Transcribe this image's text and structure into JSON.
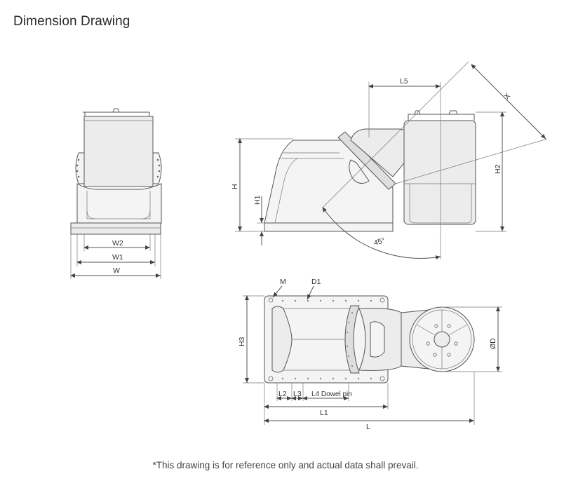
{
  "title": "Dimension Drawing",
  "footnote": "*This drawing is for reference only and actual data shall prevail.",
  "labels": {
    "w2": "W2",
    "w1": "W1",
    "w": "W",
    "h": "H",
    "h1": "H1",
    "h2": "H2",
    "l5": "L5",
    "x": "X",
    "angle": "45°",
    "m": "M",
    "d1": "D1",
    "h3": "H3",
    "d": "ØD",
    "l2": "L2",
    "l3": "L3",
    "l4": "L4 Dowel pin",
    "l1": "L1",
    "l": "L"
  }
}
